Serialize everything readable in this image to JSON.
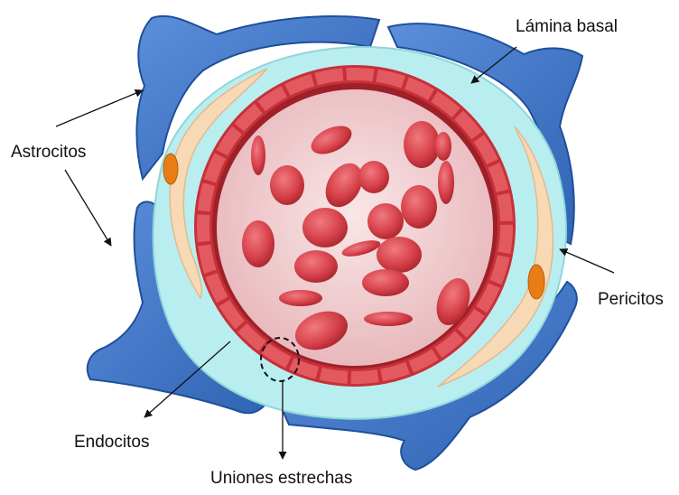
{
  "labels": {
    "lamina_basal": "Lámina basal",
    "astrocitos": "Astrocitos",
    "pericitos": "Pericitos",
    "endocitos": "Endocitos",
    "uniones_estrechas": "Uniones estrechas"
  },
  "colors": {
    "astrocyte_blue": "#3b73c6",
    "astrocyte_outline": "#1f4f99",
    "basal_lamina": "#b9eef0",
    "pericyte": "#f7d9b5",
    "pericyte_nucleus": "#e87d15",
    "endothelium_red": "#c73038",
    "lumen": "#f3d4d6",
    "erythrocyte": "#d94a52"
  }
}
